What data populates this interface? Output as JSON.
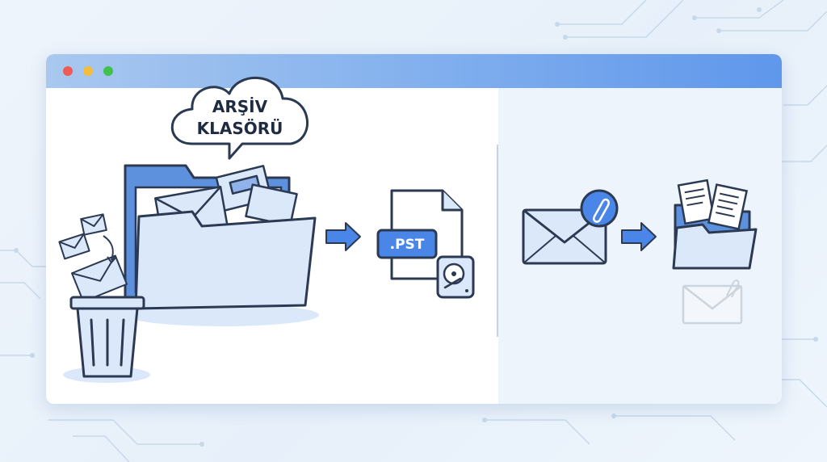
{
  "window": {
    "controls": {
      "close_color": "#f05a57",
      "minimize_color": "#f4bc3d",
      "maximize_color": "#41c24c"
    }
  },
  "cloud": {
    "line1": "ARŞİV",
    "line2": "KLASÖRÜ"
  },
  "pst_file": {
    "extension": ".PST"
  },
  "colors": {
    "accent": "#4a86e8",
    "outline": "#2b3a52",
    "icon_fill": "#dbe8fa",
    "folder_back": "#5e91dd"
  },
  "icons": [
    "archive-folder-icon",
    "cloud-bubble-icon",
    "trash-bin-icon",
    "envelope-icon",
    "pst-file-icon",
    "hard-disk-icon",
    "arrow-right-icon",
    "envelope-attachment-icon",
    "folder-documents-icon",
    "faded-envelope-attachment-icon"
  ]
}
